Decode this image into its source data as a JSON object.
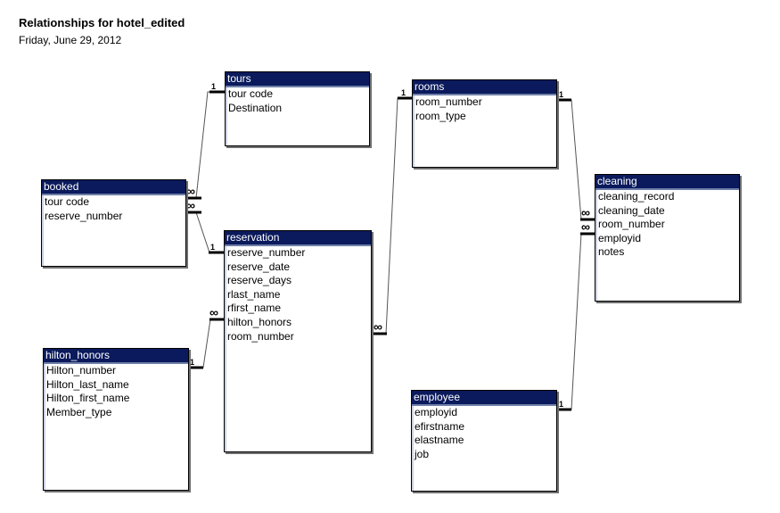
{
  "page": {
    "title": "Relationships for hotel_edited",
    "date": "Friday, June 29, 2012"
  },
  "tables": [
    {
      "id": "tours",
      "name": "tours",
      "fields": [
        "tour code",
        "Destination"
      ]
    },
    {
      "id": "rooms",
      "name": "rooms",
      "fields": [
        "room_number",
        "room_type"
      ]
    },
    {
      "id": "booked",
      "name": "booked",
      "fields": [
        "tour code",
        "reserve_number"
      ]
    },
    {
      "id": "reservation",
      "name": "reservation",
      "fields": [
        "reserve_number",
        "reserve_date",
        "reserve_days",
        "rlast_name",
        "rfirst_name",
        "hilton_honors",
        "room_number"
      ]
    },
    {
      "id": "cleaning",
      "name": "cleaning",
      "fields": [
        "cleaning_record",
        "cleaning_date",
        "room_number",
        "employid",
        "notes"
      ]
    },
    {
      "id": "hilton_honors",
      "name": "hilton_honors",
      "fields": [
        "Hilton_number",
        "Hilton_last_name",
        "Hilton_first_name",
        "Member_type"
      ]
    },
    {
      "id": "employee",
      "name": "employee",
      "fields": [
        "employid",
        "efirstname",
        "elastname",
        "job"
      ]
    }
  ],
  "relationships": [
    {
      "from": "tours",
      "to": "booked",
      "one_label": "1",
      "many_label": "∞"
    },
    {
      "from": "reservation",
      "to": "booked",
      "one_label": "1",
      "many_label": "∞"
    },
    {
      "from": "rooms",
      "to": "reservation",
      "one_label": "1",
      "many_label": "∞"
    },
    {
      "from": "hilton_honors",
      "to": "reservation",
      "one_label": "1",
      "many_label": "∞"
    },
    {
      "from": "rooms",
      "to": "cleaning",
      "one_label": "1",
      "many_label": "∞"
    },
    {
      "from": "employee",
      "to": "cleaning",
      "one_label": "1",
      "many_label": "∞"
    }
  ]
}
